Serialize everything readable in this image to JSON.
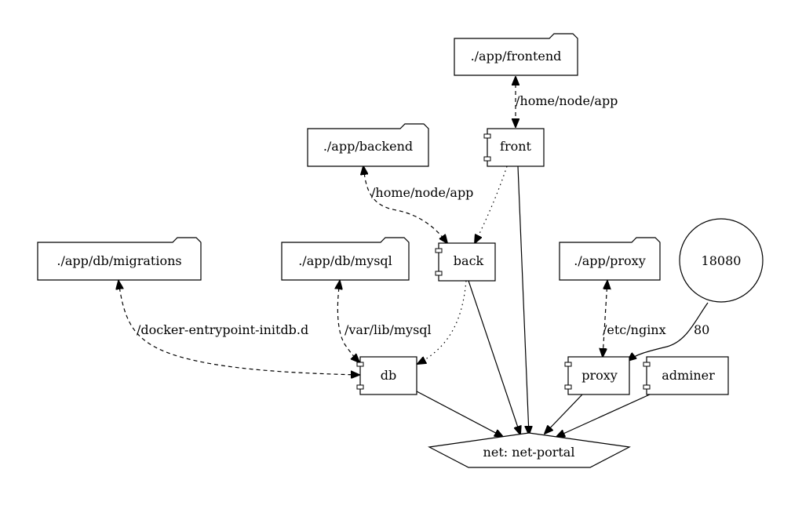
{
  "nodes": {
    "frontend_folder": "./app/frontend",
    "backend_folder": "./app/backend",
    "migrations_folder": "./app/db/migrations",
    "mysql_folder": "./app/db/mysql",
    "proxy_folder": "./app/proxy",
    "port_circle": "18080",
    "front": "front",
    "back": "back",
    "db": "db",
    "proxy": "proxy",
    "adminer": "adminer",
    "network": "net: net-portal"
  },
  "edge_labels": {
    "front_volume": "/home/node/app",
    "back_volume": "/home/node/app",
    "migrations_volume": "/docker-entrypoint-initdb.d",
    "mysql_volume": "/var/lib/mysql",
    "proxy_volume": "/etc/nginx",
    "port_mapping": "80"
  }
}
